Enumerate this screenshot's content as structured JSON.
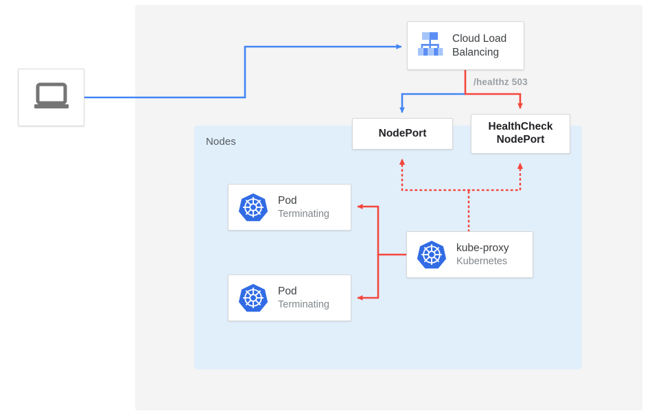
{
  "diagram": {
    "title": "Kubernetes NodePort health check with terminating pods",
    "colors": {
      "blue": "#4285f4",
      "red": "#ea4335",
      "red_line": "#f4463c",
      "panel_gray": "#f4f4f4",
      "nodes_blue": "#e1effb",
      "text_dark": "#3c4043",
      "text_muted": "#80868b",
      "k8s_blue": "#326ce5"
    }
  },
  "regions": {
    "nodes_label": "Nodes"
  },
  "nodes": {
    "client": {
      "icon": "laptop-icon"
    },
    "cloud_load_balancing": {
      "icon": "cloud-load-balancing-icon",
      "title_line_1": "Cloud Load",
      "title_line_2": "Balancing"
    },
    "nodeport": {
      "label": "NodePort"
    },
    "healthcheck_nodeport": {
      "label_line_1": "HealthCheck",
      "label_line_2": "NodePort"
    },
    "pod_top": {
      "icon": "kubernetes-icon",
      "title": "Pod",
      "subtitle": "Terminating"
    },
    "pod_bottom": {
      "icon": "kubernetes-icon",
      "title": "Pod",
      "subtitle": "Terminating"
    },
    "kube_proxy": {
      "icon": "kubernetes-icon",
      "title": "kube-proxy",
      "subtitle": "Kubernetes"
    }
  },
  "edges": {
    "healthz_label": "/healthz 503"
  }
}
